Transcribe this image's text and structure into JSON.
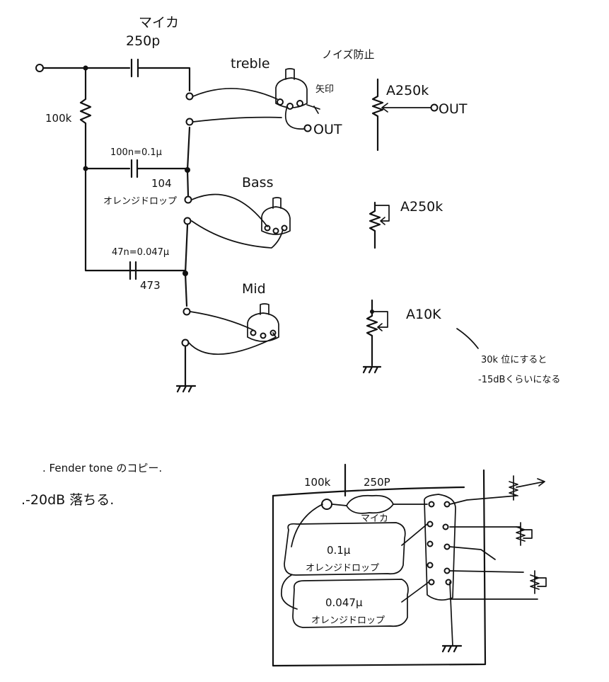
{
  "top_circuit": {
    "cap_top_name": "マイカ",
    "cap_top_value": "250p",
    "resistor_label": "100k",
    "cap_mid_label": "100n=0.1μ",
    "cap_mid_code": "104",
    "cap_mid_type": "オレンジドロップ",
    "cap_low_label": "47n=0.047μ",
    "cap_low_code": "473",
    "treble_label": "treble",
    "bass_label": "Bass",
    "mid_label": "Mid",
    "noise_note": "ノイズ防止",
    "shorten_note": "矢印",
    "out_label_1": "OUT",
    "out_label_2": "OUT",
    "pot_a250k_label": "A250k",
    "pot_a250k_out": "OUT",
    "pot_a200k_label": "A250k",
    "pot_a10k_label": "A10K",
    "note_line_1": "30k 位にすると",
    "note_line_2": "-15dBくらいになる"
  },
  "notes": {
    "fender_copy": ". Fender tone のコピー.",
    "attenuation": ".-20dB 落ちる."
  },
  "layout_sketch": {
    "label_100k": "100k",
    "label_250p": "250P",
    "label_mica": "マイカ",
    "cap1_value": "0.1μ",
    "cap1_type": "オレンジドロップ",
    "cap2_value": "0.047μ",
    "cap2_type": "オレンジドロップ"
  }
}
